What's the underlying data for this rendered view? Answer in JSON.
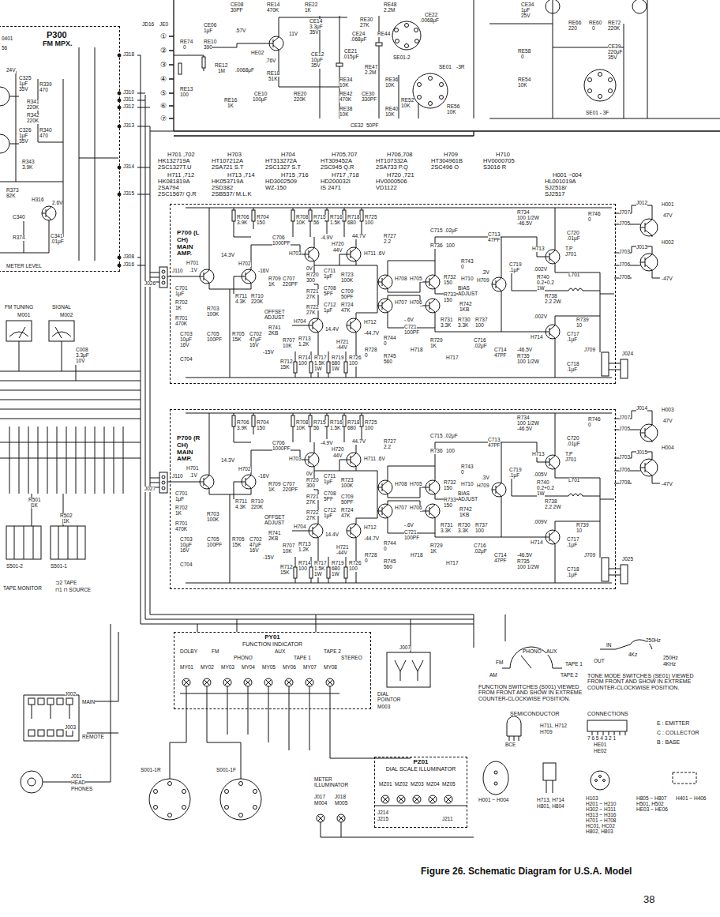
{
  "diagram": {
    "caption": "Figure 26. Schematic Diagram for U.S.A. Model",
    "nodes": [
      {
        "text": [
          "P300",
          "FM MPX."
        ]
      },
      {
        "text": [
          "P700 (L CH) MAIN AMP."
        ]
      },
      {
        "text": [
          "P700 (R CH) MAIN AMP."
        ]
      },
      {
        "text": [
          "PY01",
          "FUNCTION INDICATOR"
        ]
      },
      {
        "text": [
          "PZ01",
          "DIAL SCALE ILLUMINATOR"
        ]
      }
    ],
    "labels": [
      "0401",
      "56",
      "24V",
      "C325",
      "1μF",
      "35V",
      "R339",
      "470",
      "R341",
      "220K",
      "R342",
      "220K",
      "C326",
      "1μF",
      "35V",
      "R340",
      "470",
      "R343",
      "3.9K",
      "J318",
      "J310",
      "J311",
      "J312",
      "J313",
      "J314",
      "J315",
      "J308",
      "J316",
      "R373",
      "82K",
      "H316",
      "2.6V",
      "C340",
      "R374",
      "C341",
      ".01μF",
      "METER LEVEL",
      "JD16",
      "JE0",
      "①",
      "②",
      "③",
      "④",
      "⑤",
      "⑥",
      "⑦",
      "RE74",
      "0",
      "CE06",
      "1μF",
      "RE10",
      "390",
      "RE12",
      "1M",
      "RE13",
      "100",
      "RE16",
      "1K",
      "CE08",
      "30PF",
      "RE14",
      "470K",
      ".57V",
      "HE02",
      "11V",
      ".0068μF",
      ".76V",
      "RE18",
      "51K",
      "CE10",
      "100μF",
      "RE20",
      "220K",
      "RE22",
      "1K",
      "CE14",
      "3.3μF",
      "35V",
      "CE12",
      "10μF",
      "35V",
      "RE48",
      "2.2M",
      "RE30",
      "27K",
      "CE24",
      ".068μF",
      "RE44",
      "CE22",
      ".0068μF",
      "CE21",
      ".015μF",
      "RE47",
      "2.2M",
      "SE01-2",
      "RE34",
      "10K",
      "RE36",
      "10K",
      "RE42",
      "470K",
      "CE30",
      "330PF",
      "RE38",
      "10K",
      "RE40",
      "10K",
      "CE32",
      "50PF",
      "RE52",
      "10K",
      "RE56",
      "10K",
      "SE01",
      "-3R",
      "CE34",
      "1μF",
      "25V",
      "RE58",
      "0",
      "RE66",
      "220",
      "RE60",
      "0",
      "RE72",
      "220K",
      "CE39",
      "220μF",
      "35V",
      "RE54",
      "10K",
      "SE01 - 3F",
      "H701 ,702",
      "HK132719A",
      "2SC1327T.U",
      "H703",
      "HT107212A",
      "2SA721 S.T",
      "H704",
      "HT313272A",
      "2SC1327 S.T",
      "H705,707",
      "HT309452A",
      "2SC945 Q.R",
      "H706,708",
      "HT107332A",
      "2SA733 P.Q",
      "H709",
      "HT304961B",
      "2SC496 O",
      "H710",
      "HV0000705",
      "S3016 R",
      "H711 ,712",
      "HK081819A",
      "2SA794",
      "2SC1567/ Q.R",
      "H713 ,714",
      "HK053719A",
      "2SD382",
      "2SB537/ M.L.K",
      "H715 ,716",
      "HD3002509",
      "WZ-150",
      "H717 ,718",
      "HD200032I",
      "IS 2471",
      "H720 ,721",
      "HV0000506",
      "VD1122",
      "H001 ~004",
      "HL001019A",
      "SJ2518/",
      "SJ2517",
      "H701",
      ".1V",
      "C701",
      "1μF",
      "R702",
      "1K",
      "R701",
      "470K",
      "C703",
      "10μF",
      "16V",
      "C704",
      "R703",
      "100K",
      "C705",
      "100PF",
      "J110",
      "H702",
      "14.3V",
      "-16V",
      "R706",
      "3.9K",
      "R704",
      "150",
      "C706",
      "1000PF",
      "R709",
      "1K",
      "C707",
      "220PF",
      "R711",
      "4.3K",
      "R710",
      "220K",
      "OFFSET ADJUST",
      "R741",
      "2KB",
      "R705",
      "15K",
      "C702",
      "47μF",
      "16V",
      "R707",
      "10K",
      "R712",
      "15K",
      "-15V",
      "R708",
      "10K",
      "R715",
      "56",
      "R716",
      "1.5K",
      "R718",
      "680",
      "R725",
      "100",
      "H703",
      "-4.9V",
      "H720",
      "44V",
      "44.7V",
      "H711",
      "0V",
      "R720",
      "300",
      "R721",
      "27K",
      "C711",
      "1μF",
      "R723",
      "100K",
      "C708",
      "5PF",
      "C709",
      "50PF",
      "R722",
      "27K",
      "C712",
      "1μF",
      "R724",
      "47K",
      "H704",
      "14.4V",
      "R713",
      "1.2K",
      "H712",
      "-44.7V",
      "H721",
      "-44V",
      "R714",
      "100",
      "R717",
      "1.5K",
      "1W",
      "R719",
      "680",
      "1W",
      "R726",
      "100",
      "R728",
      "0",
      "R727",
      "2.2",
      ".6V",
      "C715",
      ".02μF",
      "R736",
      "100",
      "H708",
      "H705",
      "H707",
      "H706",
      "R732",
      "150",
      "R733",
      "150",
      "R743",
      "0",
      "H710",
      "H709",
      ".3V",
      "BIAS ADJUST",
      "R742",
      "1KB",
      "R737",
      "100",
      "R730",
      "3.3K",
      "R731",
      "3.3K",
      "-.6V",
      "C721",
      "100PF",
      "R744",
      "0",
      "R745",
      "560",
      "H718",
      "R729",
      "1K",
      "H717",
      "C716",
      ".02μF",
      "C713",
      "47PF",
      "C714",
      "47PF",
      "R734",
      "100 1/2W",
      "-46.5V",
      "H713",
      "C720",
      ".01μF",
      "T.P",
      "J701",
      "R746",
      "0",
      ".002V",
      "C719",
      ".1μF",
      "R740",
      "0.2+0.2",
      "1W",
      "L701",
      "R738",
      "2.2 2W",
      ".002V",
      "R739",
      "10",
      "H714",
      "C717",
      ".1μF",
      "-46.5V",
      "R735",
      "100 1/2W",
      "C718",
      ".1μF",
      "J707",
      "J705",
      "J012",
      "H001",
      "47V",
      "J703",
      "J013",
      "H002",
      "J706",
      "J708",
      "-47V",
      "J709",
      "J024",
      "J026",
      "H701",
      ".1V",
      "C701",
      "1μF",
      "R702",
      "1K",
      "R701",
      "470K",
      "C703",
      "10μF",
      "16V",
      "C704",
      "R703",
      "100K",
      "C705",
      "100PF",
      "J110",
      "H702",
      "14.3V",
      "-16V",
      "R706",
      "3.9K",
      "R704",
      "150",
      "C706",
      "1000PF",
      "R709",
      "1K",
      "C707",
      "220PF",
      "R711",
      "4.3K",
      "R710",
      "220K",
      "OFFSET ADJUST",
      "R741",
      "2KB",
      "R705",
      "15K",
      "C702",
      "47μF",
      "16V",
      "R707",
      "10K",
      "R712",
      "15K",
      "-15V",
      "R708",
      "10K",
      "R715",
      "56",
      "R716",
      "1.5K",
      "R718",
      "680",
      "R725",
      "100",
      "H703",
      "-4.9V",
      "H720",
      "44V",
      "44.7V",
      "H711",
      "0V",
      "R720",
      "300",
      "R721",
      "27K",
      "C711",
      "1μF",
      "R723",
      "100K",
      "C708",
      "5PF",
      "C709",
      "50PF",
      "R722",
      "27K",
      "C712",
      "1μF",
      "R724",
      "47K",
      "H704",
      "14.4V",
      "R713",
      "1.2K",
      "H712",
      "-44.7V",
      "H721",
      "-44V",
      "R714",
      "100",
      "R717",
      "1.5K",
      "1W",
      "R719",
      "680",
      "1W",
      "R726",
      "100",
      "R728",
      "0",
      "R727",
      "2.2",
      ".6V",
      "C715",
      ".02μF",
      "R736",
      "100",
      "H708",
      "H705",
      "H707",
      "H706",
      "R732",
      "150",
      "R733",
      "150",
      "R743",
      "0",
      "H710",
      "H709",
      ".3V",
      "BIAS ADJUST",
      "R742",
      "1KB",
      "R737",
      "100",
      "R730",
      "3.3K",
      "R731",
      "3.3K",
      "-.6V",
      "C721",
      "100PF",
      "R744",
      "0",
      "R745",
      "560",
      "H718",
      "R729",
      "1K",
      "H717",
      "C716",
      ".02μF",
      "C713",
      "47PF",
      "C714",
      "47PF",
      "R734",
      "100 1/2W",
      "-46.5V",
      "H713",
      "C720",
      ".01μF",
      "T.P",
      "J701",
      "R746",
      "0",
      ".005V",
      "C719",
      ".1μF",
      "R740",
      "0.2+0.2",
      "1W",
      "L701",
      "R738",
      "2.2 2W",
      ".009V",
      "R739",
      "10",
      "H714",
      "C717",
      ".1μF",
      "-46.5V",
      "R735",
      "100 1/2W",
      "C718",
      ".1μF",
      "J707",
      "J705",
      "J014",
      "H003",
      "47V",
      "J703",
      "J015",
      "H004",
      "J706",
      "J708",
      "-47V",
      "J709",
      "J025",
      "J027",
      "FM TUNING",
      "SIGNAL",
      "M001",
      "M002",
      "C008",
      "3.3μF",
      "10V",
      "R501",
      "1K",
      "R502",
      "1K",
      "S501-2",
      "S501-1",
      "TAPE MONITOR",
      "⊐2 TAPE",
      "⊓1 ⊓ SOURCE",
      "DOLBY",
      "FM",
      "AUX",
      "TAPE 2",
      "PHONO",
      "TAPE 1",
      "STEREO",
      "MY01",
      "MY02",
      "MY03",
      "MY04",
      "MY05",
      "MY06",
      "MY07",
      "MY08",
      "J007",
      "DIAL POINTOR",
      "M003",
      "PHONO",
      "AUX",
      "FM",
      "TAPE 1",
      "AM",
      "TAPE 2",
      "FUNCTION SWITCHES (S001) VIEWED FROM FRONT AND SHOW IN EXTREME COUNTER-CLOCKWISE POSITION.",
      "IN",
      "250Hz",
      "OUT",
      "4Kz",
      "250Hz",
      "4KHz",
      "TONE MODE SWITCHES (SE01) VIEWED FROM FRONT AND SHOW IN EXTREME COUNTER-CLOCKWISE POSITION.",
      "SEMICONDUCTOR",
      "CONNECTIONS",
      "H711, H712",
      "H709",
      "BCE",
      "7 6 5 4 3 2 1",
      "HE01",
      "HE02",
      "E : EMITTER",
      "C : COLLECTOR",
      "B : BASE",
      "H001 ~ H004",
      "H713, H714",
      "H801, H804",
      "H103",
      "H201 ~ H210",
      "H302 ~ H311",
      "H313 ~ H316",
      "H701 ~ H708",
      "HC01, HC02",
      "H802, H803",
      "H805 ~ H807",
      "H501, H502",
      "HE03 ~ HE06",
      "H401 ~ H406",
      "J002",
      "MAIN",
      "J003",
      "REMOTE",
      "J011",
      "HEAD",
      "PHONES",
      "S001-1R",
      "S001-1F",
      "METER ILLUMINATOR",
      "J017",
      "J018",
      "M004",
      "M005",
      "MZ01",
      "MZ02",
      "MZ03",
      "MZ04",
      "MZ05",
      "J214",
      "J215",
      "J211",
      "38"
    ]
  }
}
